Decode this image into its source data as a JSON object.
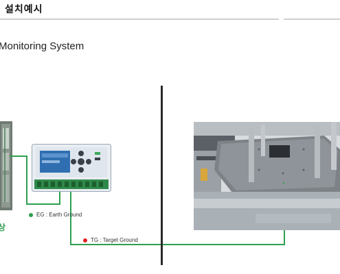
{
  "header": {
    "title": "설치예시"
  },
  "subtitle": "Monitoring System",
  "legend": {
    "eg": {
      "label": "EG : Earth Ground",
      "color": "#2e9e4f"
    },
    "tg": {
      "label": "TG : Target Ground",
      "color": "#e02020"
    }
  },
  "left_edge_label": "상",
  "device": {
    "icon": "monitoring-device-icon"
  },
  "photo": {
    "icon": "machine-photo-icon"
  },
  "colors": {
    "wire": "#2e9e4f",
    "divider": "#2a2a2a",
    "rule": "#cfcfcf"
  }
}
